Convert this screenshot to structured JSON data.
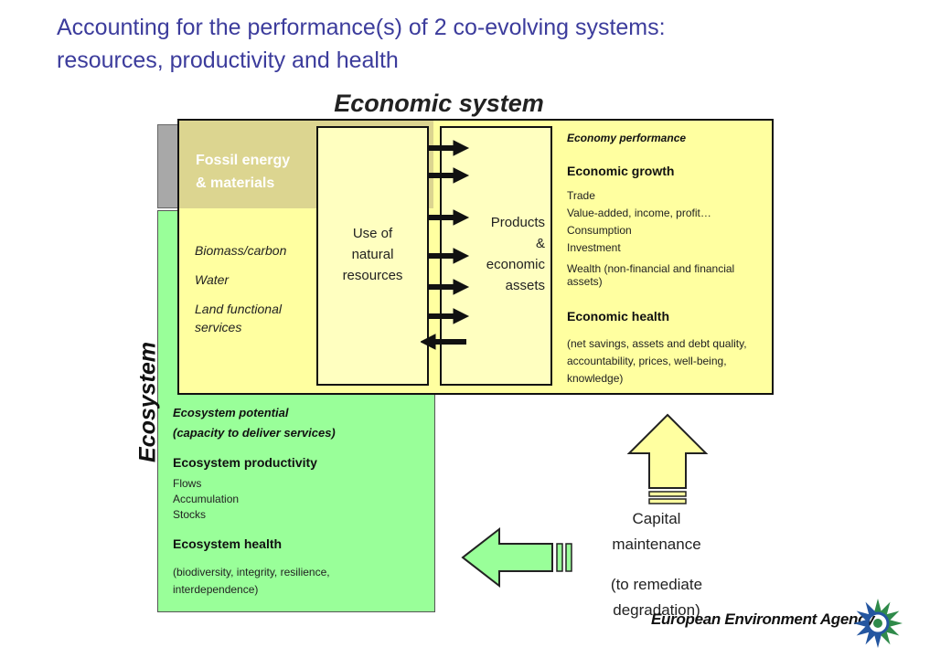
{
  "title_line1": "Accounting for the performance(s) of 2 co-evolving systems:",
  "title_line2": "resources, productivity and health",
  "economic_system_label": "Economic system",
  "ecosystem_label": "Ecosystem",
  "fossil_line1": "Fossil energy",
  "fossil_line2": "& materials",
  "eco_resources": [
    "Biomass/carbon",
    "Water",
    "Land functional services"
  ],
  "use_of_resources": [
    "Use of",
    "natural",
    "resources"
  ],
  "products": [
    "Products",
    "&",
    "economic",
    "assets"
  ],
  "economy": {
    "performance_heading": "Economy performance",
    "growth_heading": "Economic growth",
    "growth_items": [
      "Trade",
      "Value-added, income, profit…",
      "Consumption",
      "Investment"
    ],
    "wealth": "Wealth (non-financial and financial assets)",
    "health_heading": "Economic health",
    "health_detail": "(net savings, assets and debt quality, accountability, prices, well-being, knowledge)"
  },
  "ecosystem": {
    "potential_line1": "Ecosystem potential",
    "potential_line2": "(capacity to deliver services)",
    "productivity_heading": "Ecosystem productivity",
    "productivity_items": [
      "Flows",
      "Accumulation",
      "Stocks"
    ],
    "health_heading": "Ecosystem health",
    "health_detail": "(biodiversity, integrity, resilience, interdependence)"
  },
  "capital_line1": "Capital",
  "capital_line2": "maintenance",
  "remediate_line1": "(to remediate",
  "remediate_line2": "degradation)",
  "agency_name": "European Environment Agency",
  "colors": {
    "title": "#3c3c9c",
    "ecosystem_green": "#99ff99",
    "economy_yellow": "#ffffa0",
    "fossil_tan": "#dcd590",
    "grey": "#a8a8a8"
  }
}
